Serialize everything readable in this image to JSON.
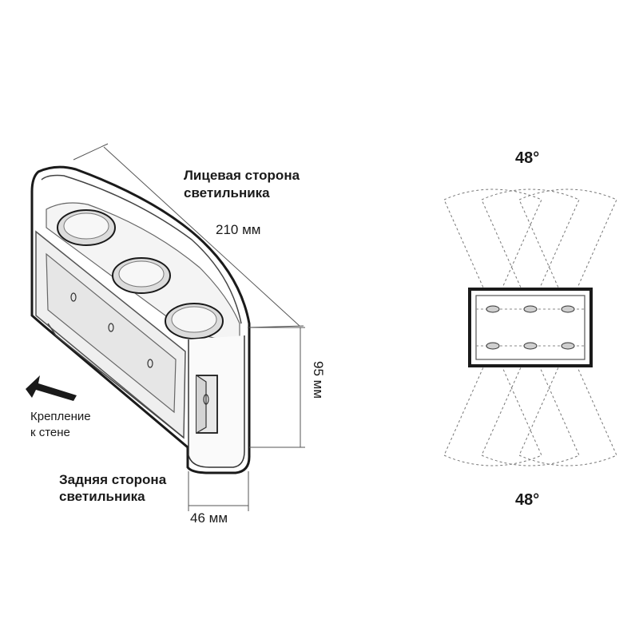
{
  "labels": {
    "front_side_line1": "Лицевая сторона",
    "front_side_line2": "светильника",
    "back_side_line1": "Задняя сторона",
    "back_side_line2": "светильника",
    "mount_line1": "Крепление",
    "mount_line2": "к стене"
  },
  "dimensions": {
    "length": "210 мм",
    "height": "95 мм",
    "depth": "46 мм"
  },
  "beam": {
    "top_angle": "48°",
    "bottom_angle": "48°"
  }
}
